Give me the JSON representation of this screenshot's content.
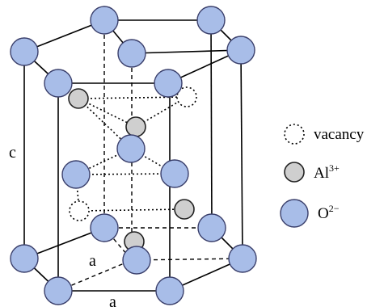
{
  "colors": {
    "oxygen_fill": "#a8bde8",
    "oxygen_stroke": "#3a3f6b",
    "aluminum_fill": "#cfcfcf",
    "aluminum_stroke": "#222222",
    "vacancy_stroke": "#000000"
  },
  "labels": {
    "c": "c",
    "a_left": "a",
    "a_bottom": "a"
  },
  "legend": {
    "vacancy": {
      "text": "vacancy"
    },
    "al": {
      "base": "Al",
      "sup": "3+"
    },
    "o": {
      "base": "O",
      "sup": "2−"
    }
  }
}
